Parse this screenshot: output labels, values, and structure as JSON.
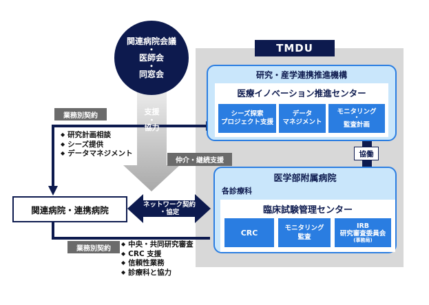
{
  "top_circle": {
    "lines": [
      "関連病院会議",
      "・",
      "医師会",
      "・",
      "同窓会"
    ]
  },
  "tmdu": {
    "label": "TMDU"
  },
  "research": {
    "title": "研究・産学連携推進機構",
    "center_title": "医療イノベーション推進センター",
    "boxes": [
      {
        "lines": [
          "シーズ探索",
          "プロジェクト支援"
        ]
      },
      {
        "lines": [
          "データ",
          "マネジメント"
        ]
      },
      {
        "lines": [
          "モニタリング",
          "・",
          "監査計画"
        ]
      }
    ]
  },
  "cooperation_label": "協働",
  "hospital": {
    "title": "医学部附属病院",
    "departments": "各診療科",
    "center_title": "臨床試験管理センター",
    "boxes": [
      {
        "lines": [
          "CRC"
        ]
      },
      {
        "lines": [
          "モニタリング",
          "監査"
        ]
      },
      {
        "lines": [
          "IRB",
          "研究審査委員会"
        ],
        "sub": "(事務局)"
      }
    ]
  },
  "support_arrow": {
    "lines": [
      "支援",
      "・",
      "協力"
    ]
  },
  "mediation_label": "仲介・継続支援",
  "contract_top_label": "業務別契約",
  "top_bullets": [
    "研究計画相談",
    "シーズ提供",
    "データマネジメント"
  ],
  "affiliated": {
    "label": "関連病院・連携病院"
  },
  "network_arrow": {
    "lines": [
      "ネットワーク契約",
      "・協定"
    ]
  },
  "contract_bottom_label": "業務別契約",
  "bottom_bullets": [
    "中央・共同研究審査",
    "CRC 支援",
    "信頼性業務",
    "診療科と協力"
  ],
  "colors": {
    "navy": "#0d1a4e",
    "light_blue": "#c9e6fb",
    "blue": "#2a7de1",
    "gray_panel": "#d8d8d8",
    "gray_label": "#6b6b6b"
  }
}
